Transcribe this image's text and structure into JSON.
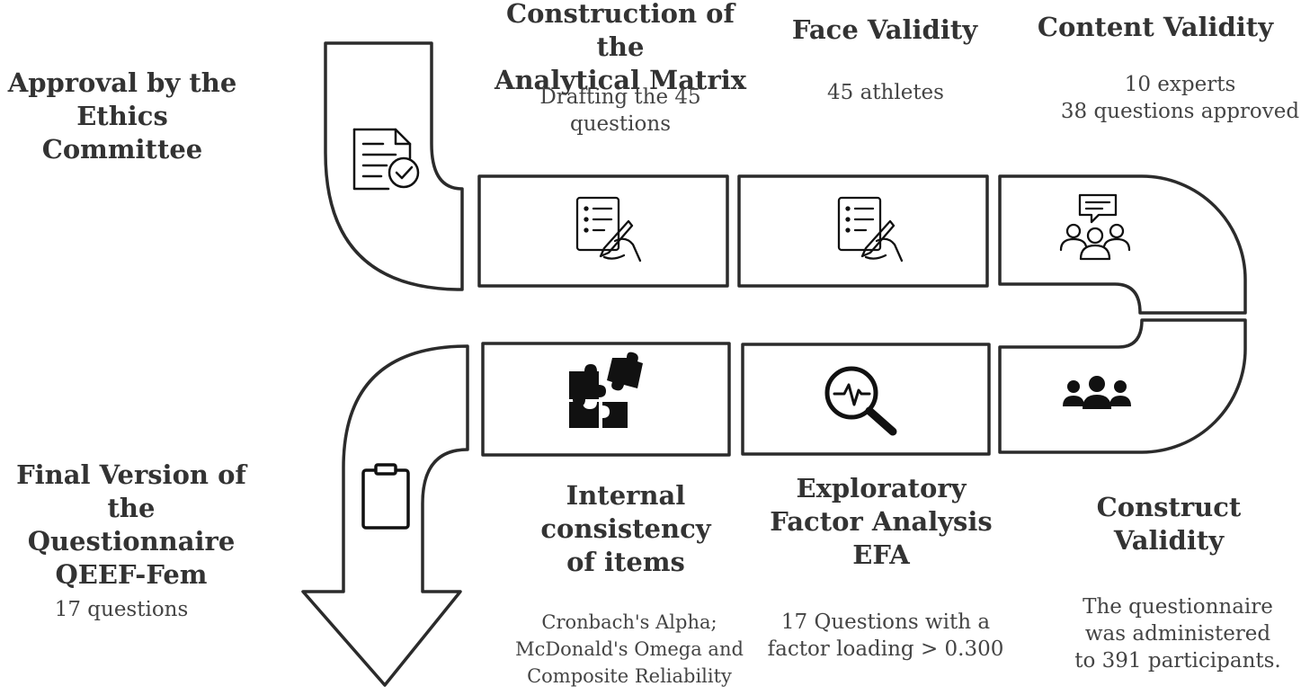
{
  "stages": [
    {
      "id": "ethics",
      "title_lines": [
        "Approval by the",
        "Ethics Committee"
      ],
      "desc_lines": [],
      "icon": "document-check-icon"
    },
    {
      "id": "matrix",
      "title_lines": [
        "Construction of the",
        "Analytical Matrix"
      ],
      "desc_lines": [
        "Drafting the 45",
        "questions"
      ],
      "icon": "form-writing-icon"
    },
    {
      "id": "face",
      "title_lines": [
        "Face Validity"
      ],
      "desc_lines": [
        "45 athletes"
      ],
      "icon": "form-writing-icon"
    },
    {
      "id": "content",
      "title_lines": [
        "Content Validity"
      ],
      "desc_lines": [
        "10 experts",
        "38 questions approved"
      ],
      "icon": "group-discussion-icon"
    },
    {
      "id": "construct",
      "title_lines": [
        "Construct Validity"
      ],
      "desc_lines": [
        "The questionnaire",
        "was administered",
        "to 391 participants."
      ],
      "icon": "group-people-icon"
    },
    {
      "id": "efa",
      "title_lines": [
        "Exploratory",
        "Factor Analysis",
        "EFA"
      ],
      "desc_lines": [
        "17 Questions with a",
        "factor loading > 0.300"
      ],
      "icon": "magnifier-pulse-icon"
    },
    {
      "id": "internal",
      "title_lines": [
        "Internal consistency",
        "of items"
      ],
      "desc_lines": [
        "Cronbach's Alpha;",
        "McDonald's Omega and",
        "Composite Reliability"
      ],
      "icon": "puzzle-icon"
    },
    {
      "id": "final",
      "title_lines": [
        "Final Version of the",
        "Questionnaire",
        "QEEF-Fem"
      ],
      "desc_lines": [
        "17 questions"
      ],
      "icon": "clipboard-icon"
    }
  ],
  "colors": {
    "stroke": "#2b2b2b",
    "text": "#333333",
    "icon": "#111111"
  }
}
